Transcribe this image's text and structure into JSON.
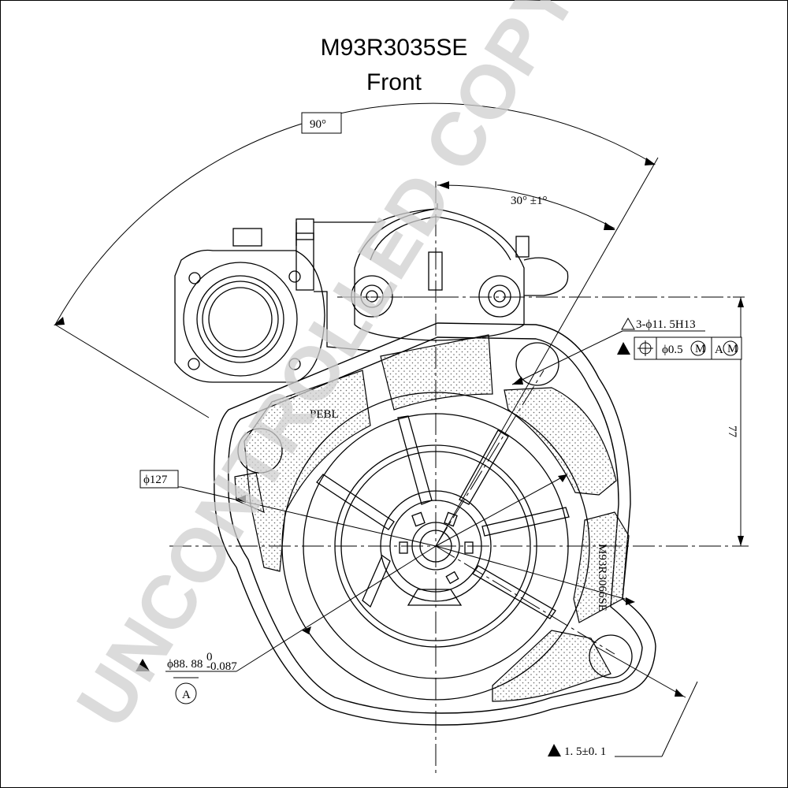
{
  "title": "M93R3035SE",
  "subtitle": "Front",
  "dimensions": {
    "angle_outer": "90°",
    "angle_inner": "30°  ±1°",
    "holes": "3-ϕ11. 5H13",
    "position_tol_value": "ϕ0.5",
    "position_tol_modifier": "M",
    "datum_ref": "A",
    "datum_modifier": "M",
    "vertical_dim": "77",
    "circle_dia": "ϕ127",
    "pilot_dia": "ϕ88. 88",
    "pilot_tol_upper": "0",
    "pilot_tol_lower": "-0.087",
    "datum_label": "A",
    "flatness": "1. 5±0. 1"
  },
  "part_labels": {
    "housing_marking": "PEBL",
    "part_number_marking": "M93R3066SE"
  },
  "watermark": "UNCONTROLLED COPY"
}
